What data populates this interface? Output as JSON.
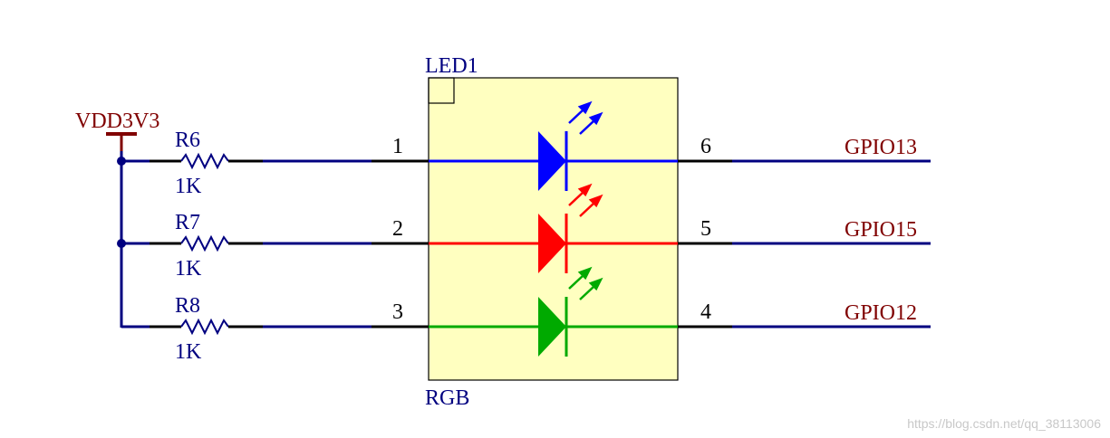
{
  "component": {
    "designator": "LED1",
    "value": "RGB"
  },
  "power": {
    "net_label": "VDD3V3"
  },
  "resistors": [
    {
      "designator": "R6",
      "value": "1K"
    },
    {
      "designator": "R7",
      "value": "1K"
    },
    {
      "designator": "R8",
      "value": "1K"
    }
  ],
  "channels": [
    {
      "color": "#0000ff",
      "left_pin": "1",
      "right_pin": "6",
      "net": "GPIO13"
    },
    {
      "color": "#ff0000",
      "left_pin": "2",
      "right_pin": "5",
      "net": "GPIO15"
    },
    {
      "color": "#00aa00",
      "left_pin": "3",
      "right_pin": "4",
      "net": "GPIO12"
    }
  ],
  "colors": {
    "wire": "#000080",
    "power_symbol": "#800000",
    "net_label_text": "#800000",
    "label_text": "#000080",
    "component_fill": "#ffffc0",
    "pin_stub": "#000000"
  },
  "watermark": "https://blog.csdn.net/qq_38113006"
}
